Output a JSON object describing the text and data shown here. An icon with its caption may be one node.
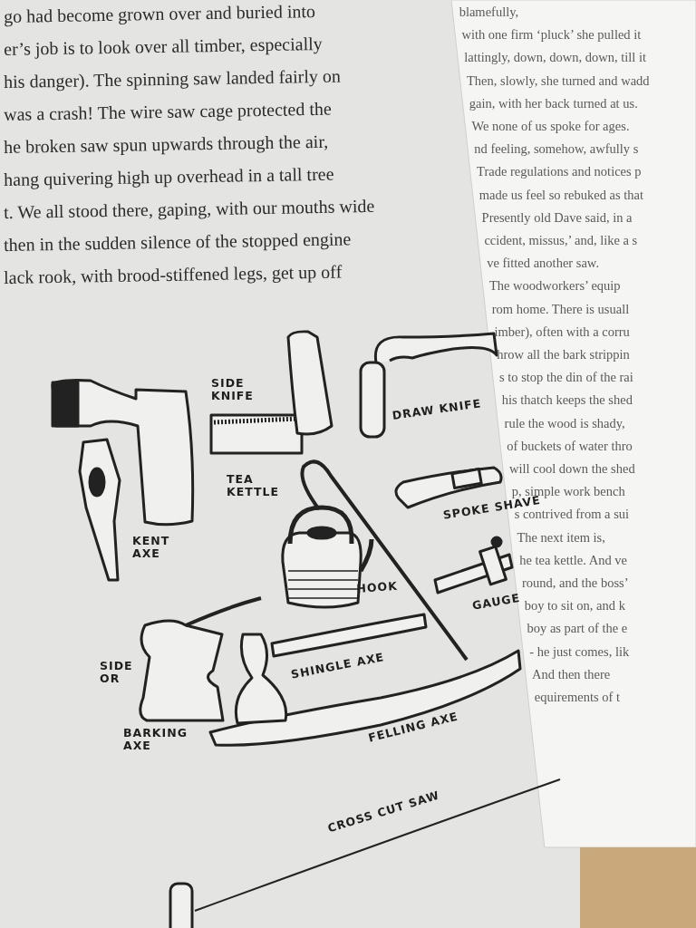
{
  "diagram": {
    "labels": [
      "go had become grown over and buried into",
      "er’s job is to look over all timber, especially",
      "his danger). The spinning saw landed fairly on",
      "was a crash! The wire saw cage protected the",
      "he broken saw spun upwards through the air,",
      "hang quivering high up overhead in a tall tree",
      "t. We all stood there, gaping, with our mouths wide",
      "then in the sudden silence of the stopped engine",
      "lack rook, with brood-stiffened legs, get up off",
      "blamefully,",
      "with one firm ‘pluck’ she pulled it",
      "lattingly, down, down, down, till it",
      "Then, slowly, she turned and wadd",
      "gain, with her back turned at us.",
      "We none of us spoke for ages.",
      "nd feeling, somehow, awfully s",
      "Trade regulations and notices p",
      "made us feel so rebuked as that",
      "Presently old Dave said, in a",
      "ccident, missus,’ and, like a s",
      "ve fitted another saw.",
      "The woodworkers’ equip",
      "rom home. There is usuall",
      "imber), often with a corru",
      "hrow all the bark strippin",
      "s to stop the din of the rai",
      "his thatch keeps the shed",
      "rule the wood is shady,",
      "of buckets of water thro",
      "will cool down the shed",
      "p, simple work bench",
      "s contrived from a sui",
      "The next item is,",
      "he tea kettle. And ve",
      "round, and the boss’",
      "boy to sit on, and k",
      "boy as part of the e",
      "- he just comes, lik",
      "And then there",
      "equirements of t",
      "SIDE KNIFE",
      "DRAW KNIFE",
      "TEA KETTLE",
      "SPOKE SHAVE",
      "KENT AXE",
      "HOOK",
      "GAUGE",
      "SHINGLE AXE",
      "SIDE OR",
      "BARKING AXE",
      "FELLING AXE",
      "CROSS CUT SAW"
    ]
  }
}
